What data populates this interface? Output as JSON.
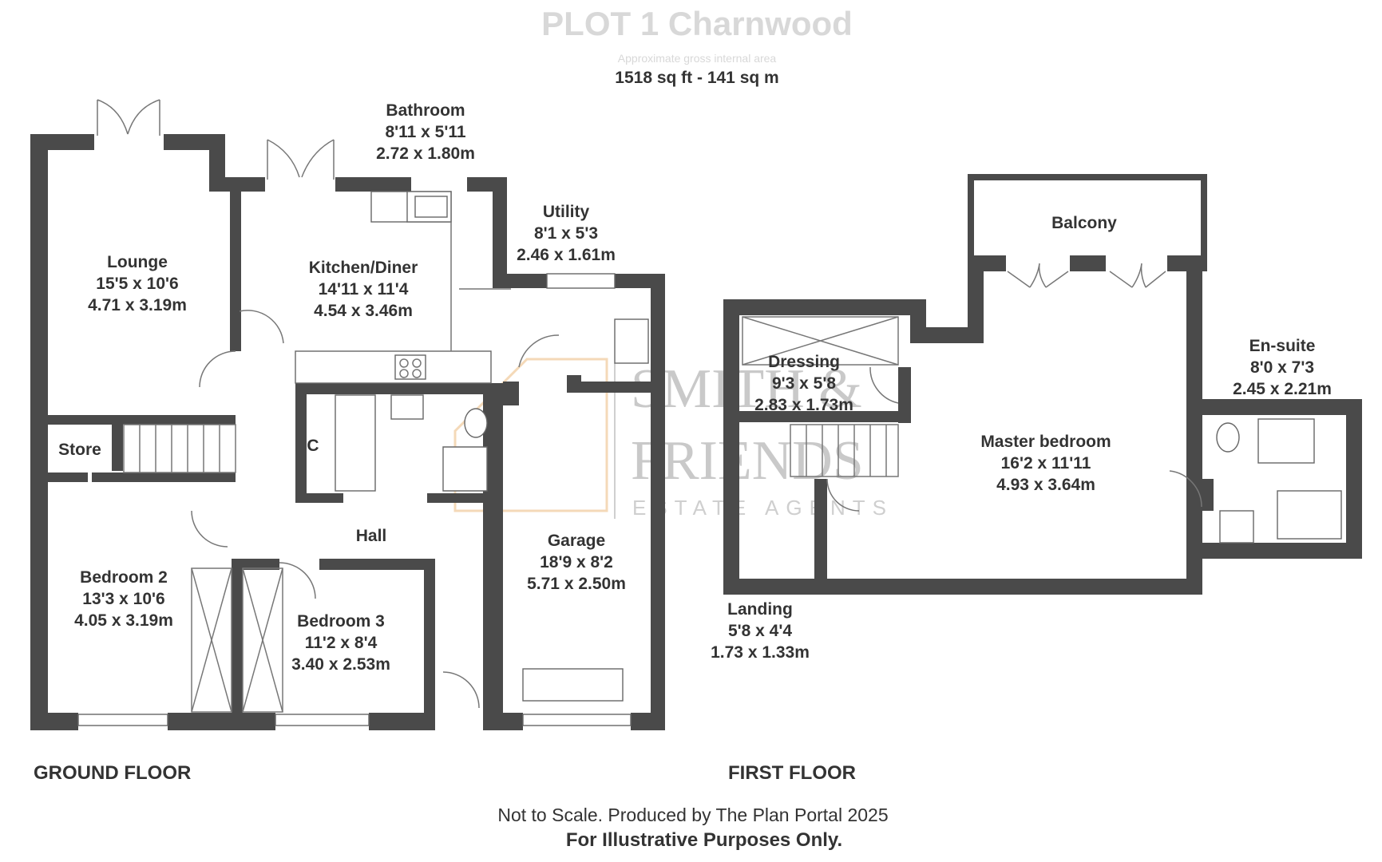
{
  "header": {
    "faded_title": "PLOT 1 Charnwood",
    "faded_subtitle": "Approximate gross internal area",
    "area": "1518 sq ft - 141 sq m"
  },
  "ground_floor": {
    "label": "GROUND FLOOR",
    "rooms": {
      "lounge": {
        "name": "Lounge",
        "imperial": "15'5 x 10'6",
        "metric": "4.71 x 3.19m"
      },
      "kitchen": {
        "name": "Kitchen/Diner",
        "imperial": "14'11 x 11'4",
        "metric": "4.54 x 3.46m"
      },
      "bathroom": {
        "name": "Bathroom",
        "imperial": "8'11 x 5'11",
        "metric": "2.72 x 1.80m"
      },
      "utility": {
        "name": "Utility",
        "imperial": "8'1 x 5'3",
        "metric": "2.46 x 1.61m"
      },
      "store": {
        "name": "Store"
      },
      "cupboard": {
        "name": "C"
      },
      "hall": {
        "name": "Hall"
      },
      "bedroom2": {
        "name": "Bedroom 2",
        "imperial": "13'3 x 10'6",
        "metric": "4.05 x 3.19m"
      },
      "bedroom3": {
        "name": "Bedroom 3",
        "imperial": "11'2 x 8'4",
        "metric": "3.40 x 2.53m"
      },
      "garage": {
        "name": "Garage",
        "imperial": "18'9 x 8'2",
        "metric": "5.71 x 2.50m"
      }
    }
  },
  "first_floor": {
    "label": "FIRST FLOOR",
    "rooms": {
      "balcony": {
        "name": "Balcony"
      },
      "dressing": {
        "name": "Dressing",
        "imperial": "9'3 x 5'8",
        "metric": "2.83 x 1.73m"
      },
      "master": {
        "name": "Master bedroom",
        "imperial": "16'2 x 11'11",
        "metric": "4.93 x 3.64m"
      },
      "ensuite": {
        "name": "En-suite",
        "imperial": "8'0 x 7'3",
        "metric": "2.45 x 2.21m"
      },
      "landing": {
        "name": "Landing",
        "imperial": "5'8 x 4'4",
        "metric": "1.73 x 1.33m"
      }
    }
  },
  "watermark": {
    "line1": "SMITH &",
    "line2": "FRIENDS",
    "line3": "ESTATE AGENTS"
  },
  "footer": {
    "note": "Not to Scale. Produced by The Plan Portal 2025",
    "disclaimer": "For Illustrative Purposes Only."
  }
}
